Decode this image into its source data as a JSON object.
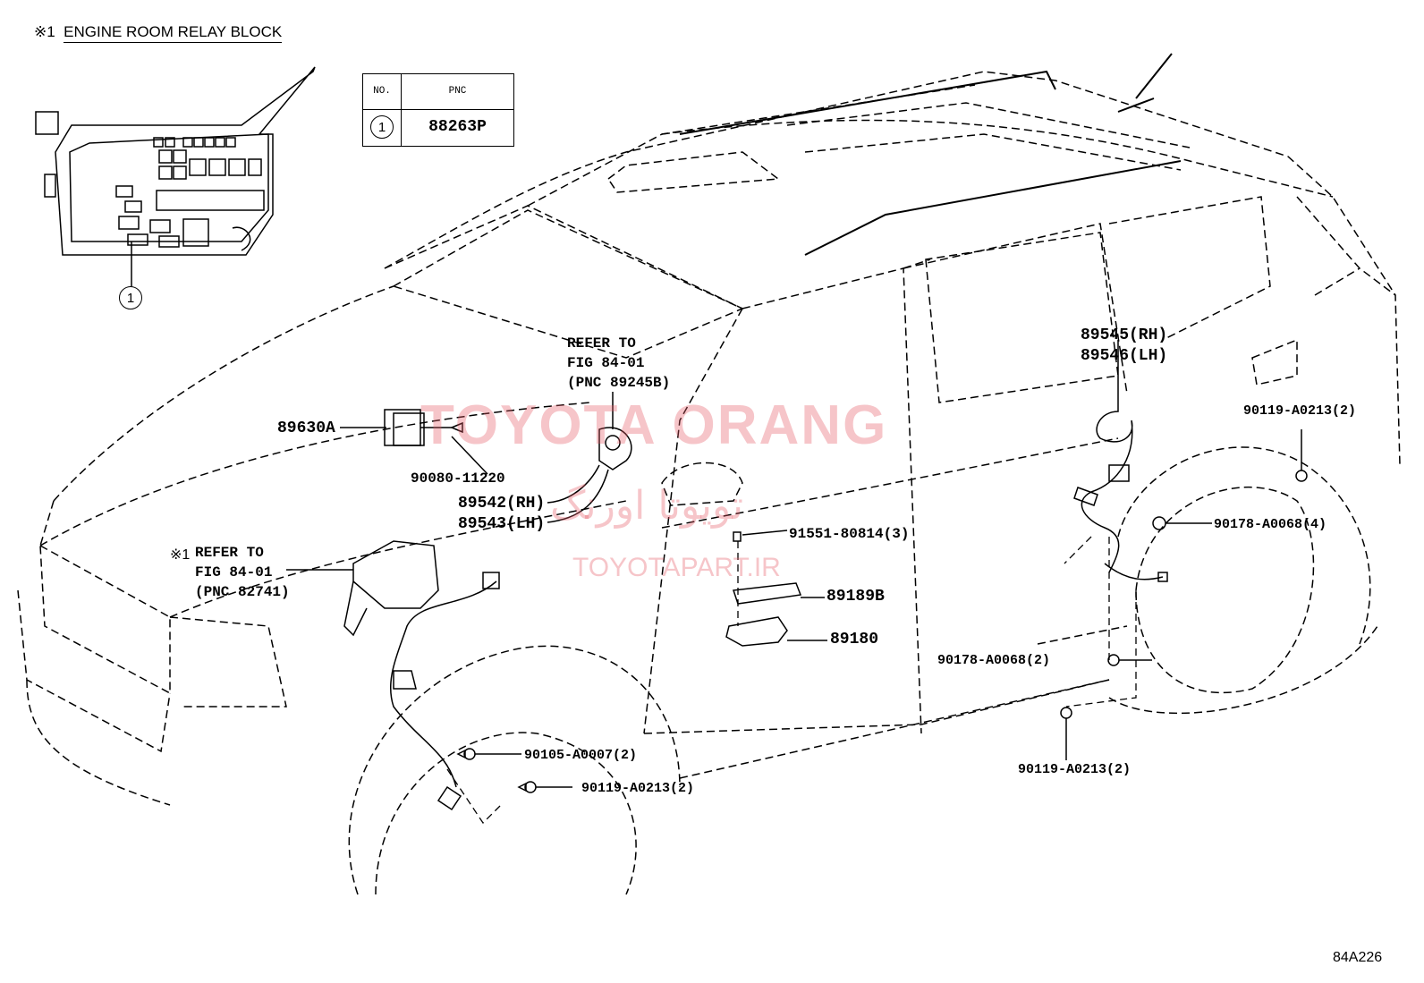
{
  "title": {
    "mark": "※1",
    "text": "ENGINE ROOM RELAY BLOCK"
  },
  "pnc_table": {
    "header_no": "NO.",
    "header_pnc": "PNC",
    "rows": [
      {
        "no": "1",
        "pnc": "88263P"
      }
    ]
  },
  "callout_relay": "1",
  "labels": {
    "refer_top_1": "REFER TO",
    "refer_top_2": "FIG 84-01",
    "refer_top_3": "(PNC 89245B)",
    "refer_left_mark": "※1",
    "refer_left_1": "REFER TO",
    "refer_left_2": "FIG 84-01",
    "refer_left_3": "(PNC 82741)",
    "p89630A": "89630A",
    "p90080": "90080-11220",
    "p89542": "89542(RH)",
    "p89543": "89543(LH)",
    "p91551": "91551-80814(3)",
    "p89189B": "89189B",
    "p89180": "89180",
    "p89545": "89545(RH)",
    "p89546": "89546(LH)",
    "p90119_r": "90119-A0213(2)",
    "p90178_r": "90178-A0068(4)",
    "p90178_m": "90178-A0068(2)",
    "p90119_b": "90119-A0213(2)",
    "p90105": "90105-A0007(2)",
    "p90119_f": "90119-A0213(2)"
  },
  "watermark": {
    "line1": "TOYOTA ORANG",
    "line2": "تویوتا اورنگ",
    "line3": "TOYOTAPART.IR"
  },
  "figure_number": "84A226"
}
